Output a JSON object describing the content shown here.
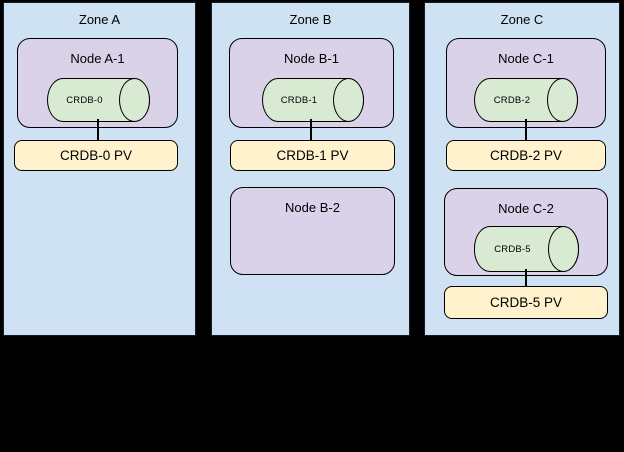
{
  "colors": {
    "canvas_bg": "#000000",
    "zone_fill": "#cfe2f3",
    "zone_border": "#141c24",
    "node_fill": "#d9d2e9",
    "db_fill": "#d9ead3",
    "pv_fill": "#fff2cc",
    "shape_border": "#000000",
    "text": "#000000"
  },
  "zones": [
    {
      "label": "Zone A",
      "nodes": [
        {
          "label": "Node A-1",
          "db_label": "CRDB-0",
          "pv_label": "CRDB-0 PV"
        }
      ]
    },
    {
      "label": "Zone B",
      "nodes": [
        {
          "label": "Node B-1",
          "db_label": "CRDB-1",
          "pv_label": "CRDB-1 PV"
        },
        {
          "label": "Node B-2"
        }
      ]
    },
    {
      "label": "Zone C",
      "nodes": [
        {
          "label": "Node C-1",
          "db_label": "CRDB-2",
          "pv_label": "CRDB-2 PV"
        },
        {
          "label": "Node C-2",
          "db_label": "CRDB-5",
          "pv_label": "CRDB-5 PV"
        }
      ]
    }
  ]
}
